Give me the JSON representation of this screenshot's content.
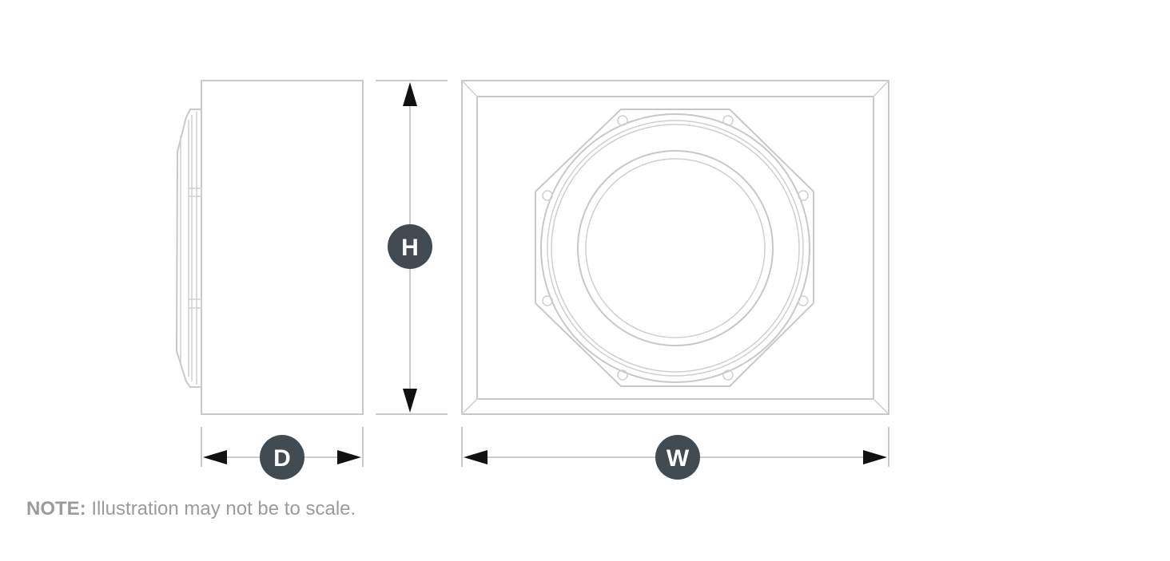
{
  "dimensions": {
    "depth_label": "D",
    "height_label": "H",
    "width_label": "W"
  },
  "note": {
    "label": "NOTE:",
    "text": " Illustration may not be to scale."
  }
}
